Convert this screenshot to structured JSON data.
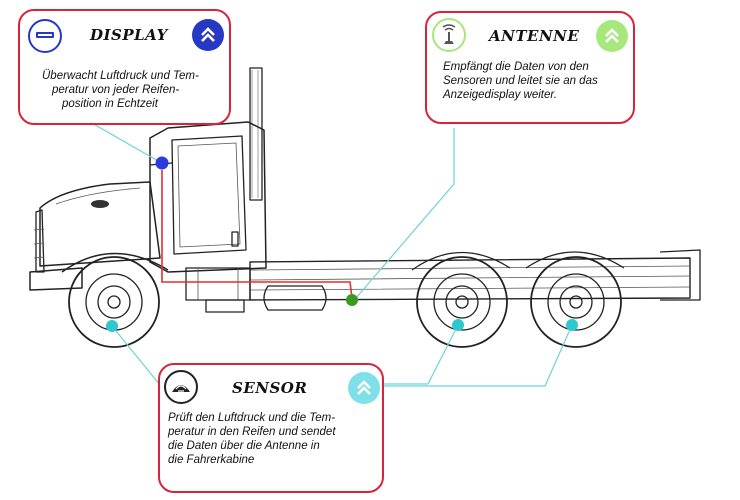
{
  "callouts": {
    "display": {
      "title": "DISPLAY",
      "text_lines": [
        "Überwacht Luftdruck und Tem-",
        "peratur von jeder Reifen-",
        "position in Echtzeit"
      ]
    },
    "antenne": {
      "title": "ANTENNE",
      "text_lines": [
        "Empfängt die Daten von den",
        "Sensoren und  leitet sie an das",
        "Anzeigedisplay weiter."
      ]
    },
    "sensor": {
      "title": "SENSOR",
      "text_lines": [
        "Prüft den Luftdruck und die Tem-",
        "peratur in den Reifen und sendet",
        "die Daten über die Antenne in",
        "die Fahrerkabine"
      ]
    }
  },
  "icons": {
    "display": "display-icon",
    "antenne": "antenna-icon",
    "sensor": "sensor-icon",
    "chevron": "double-chevron-up-icon"
  },
  "colors": {
    "callout_border": "#d8243a",
    "display_marker": "#2b3be0",
    "antenna_marker": "#3a9a1e",
    "sensor_marker": "#2ec9cf",
    "connector_line": "#6cd3d9",
    "wiring": "#e03030",
    "display_chevron": "#2638c4",
    "antenne_chevron": "#a6e87c",
    "sensor_chevron": "#7fe0ea"
  }
}
